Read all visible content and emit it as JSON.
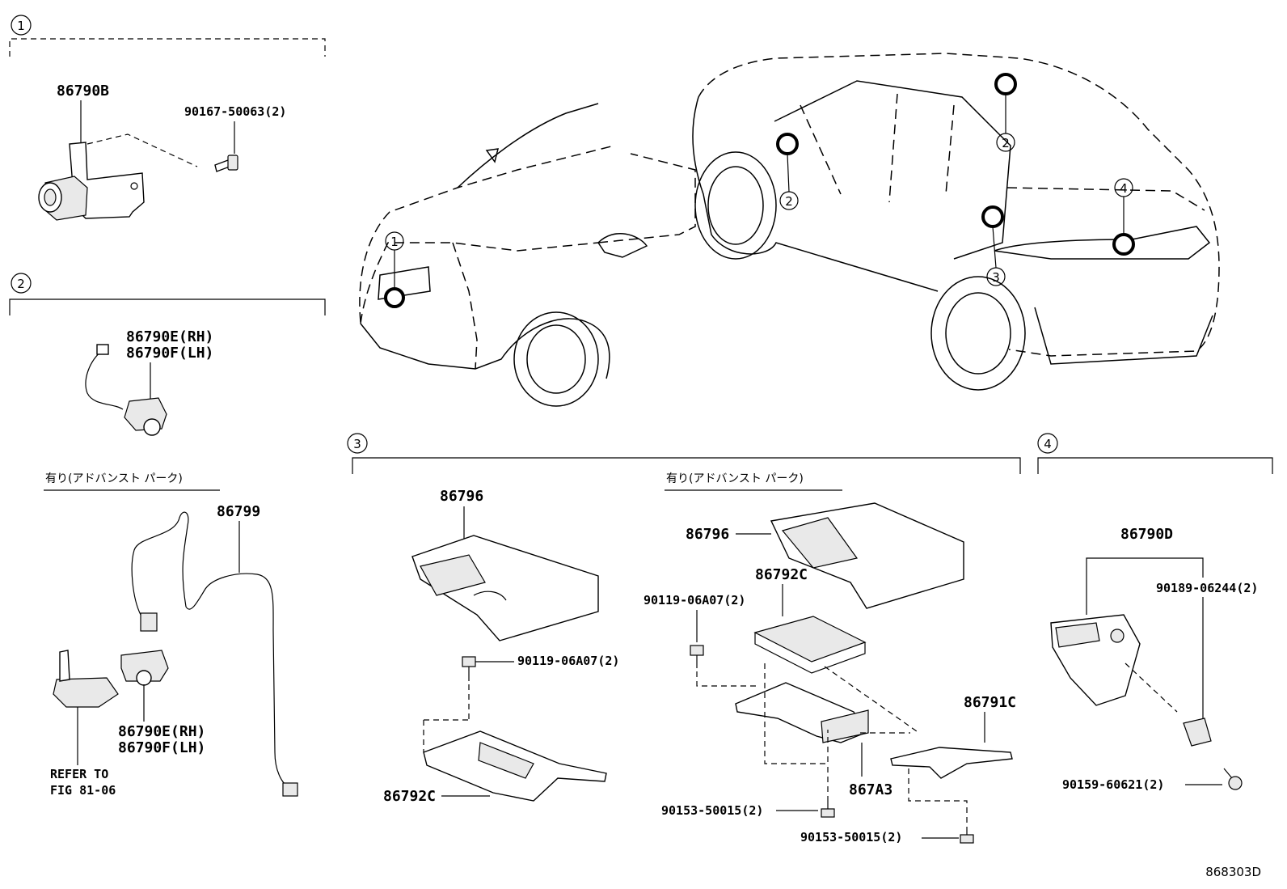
{
  "sections": {
    "s1": {
      "num": "1"
    },
    "s2": {
      "num": "2"
    },
    "s3": {
      "num": "3"
    },
    "s4": {
      "num": "4"
    }
  },
  "notes": {
    "advanced_park_left": "有り(アドバンスト パーク)",
    "advanced_park_mid": "有り(アドバンスト パーク)"
  },
  "labels": {
    "p86790B": "86790B",
    "p90167": "90167-50063(2)",
    "p86790E_top": "86790E(RH)",
    "p86790F_top": "86790F(LH)",
    "p86799": "86799",
    "p86790E_bot": "86790E(RH)",
    "p86790F_bot": "86790F(LH)",
    "refer1": "REFER TO",
    "refer2": "FIG 81-06",
    "p86796_a": "86796",
    "p90119_a": "90119-06A07(2)",
    "p86792C_a": "86792C",
    "p86796_b": "86796",
    "p86792C_b": "86792C",
    "p90119_b": "90119-06A07(2)",
    "p86791C": "86791C",
    "p867A3": "867A3",
    "p90153_a": "90153-50015(2)",
    "p90153_b": "90153-50015(2)",
    "p86790D": "86790D",
    "p90189": "90189-06244(2)",
    "p90159": "90159-60621(2)"
  },
  "callouts": {
    "front_1": "1",
    "rear_2a": "2",
    "rear_2b": "2",
    "rear_3": "3",
    "rear_4": "4"
  },
  "figure_id": "868303D"
}
